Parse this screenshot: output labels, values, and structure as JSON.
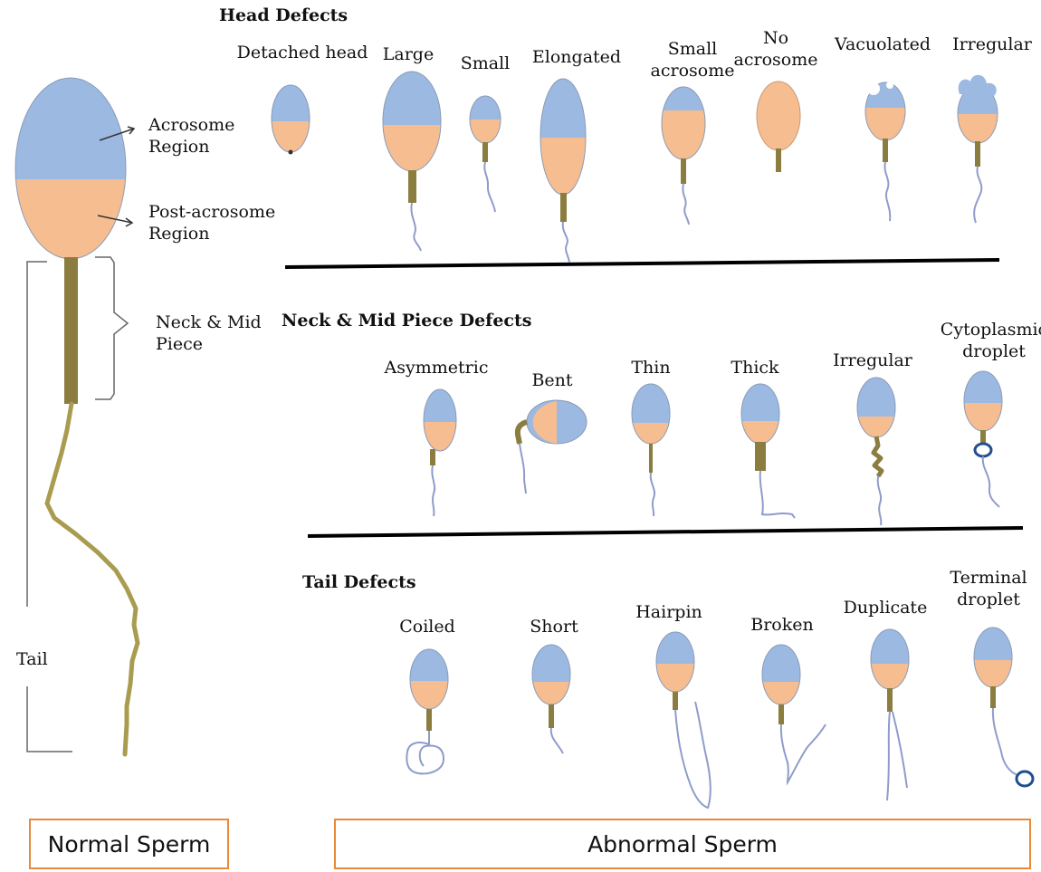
{
  "colors": {
    "acrosome": "#9cb9e2",
    "post_acrosome": "#f6bd91",
    "midpiece": "#8a7d3f",
    "tail": "#8f9ccb",
    "normal_tail": "#a99c50",
    "droplet": "#1f4f8c",
    "box_border": "#e8893a",
    "divider": "#000000"
  },
  "normal": {
    "acrosome_label": "Acrosome\nRegion",
    "post_acrosome_label": "Post-acrosome\nRegion",
    "neck_label": "Neck & Mid\nPiece",
    "tail_label": "Tail",
    "box_label": "Normal Sperm"
  },
  "abnormal": {
    "box_label": "Abnormal Sperm",
    "head_defects": {
      "title": "Head Defects",
      "items": [
        "Detached head",
        "Large",
        "Small",
        "Elongated",
        "Small\nacrosome",
        "No\nacrosome",
        "Vacuolated",
        "Irregular"
      ]
    },
    "neck_defects": {
      "title": "Neck & Mid Piece Defects",
      "items": [
        "Asymmetric",
        "Bent",
        "Thin",
        "Thick",
        "Irregular",
        "Cytoplasmic\ndroplet"
      ]
    },
    "tail_defects": {
      "title": "Tail Defects",
      "items": [
        "Coiled",
        "Short",
        "Hairpin",
        "Broken",
        "Duplicate",
        "Terminal\ndroplet"
      ]
    }
  }
}
